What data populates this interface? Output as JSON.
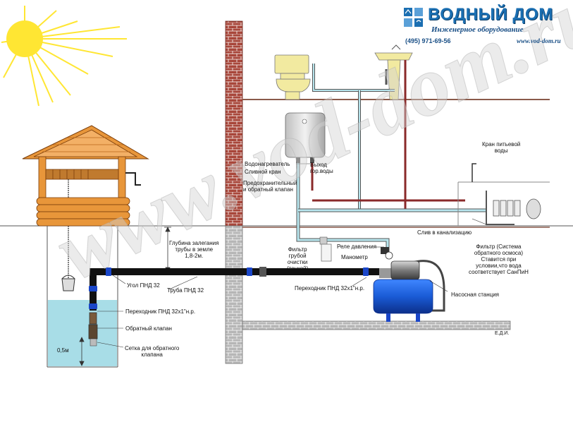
{
  "brand": {
    "title": "ВОДНЫЙ ДОМ",
    "subtitle": "Инженерное оборудование",
    "phone": "(495) 971-69-56",
    "url": "www.vod-dom.ru",
    "watermark": "www.vod-dom.ru",
    "logo_icon": "house-grid-icon",
    "accent": "#1b6fb2"
  },
  "labels": {
    "pipe_depth": "Глубина залегания\nтрубы в земле\n1,8-2м.",
    "water_heater": "Водонагреватель",
    "drain_valve": "Сливной кран",
    "hot_outlet": "Выход\nгор.воды",
    "safety_valve": "Предохранительный\nи обратный клапан",
    "drink_tap": "Кран питьевой\nводы",
    "sewer_drain": "Слив в канализацию",
    "coarse_filter": "Фильтр\nгрубой\nочистки\n(тонкой)",
    "pressure_switch": "Реле давления",
    "manometer": "Манометр",
    "ro_filter": "Фильтр (Система\nобратного осмоса)\nСтавится при\nусловии,что вода\nсоответствует СанПиН",
    "pump_station": "Насосная станция",
    "adapter_top": "Переходник ПНД 32х1\"н.р.",
    "pipe_pnd": "Труба ПНД 32",
    "angle_pnd": "Угол ПНД 32",
    "adapter_well": "Переходник ПНД 32х1\"н.р.",
    "check_valve": "Обратный клапан",
    "mesh": "Сетка для обратного\nклапана",
    "depth_05": "0,5м",
    "artist": "Е.Д.И."
  },
  "colors": {
    "brick": "#a8463a",
    "mortar": "#ffffff",
    "ground": "#9a9a9a",
    "water": "#a8dde7",
    "wood": "#e8963a",
    "wood_dark": "#b8661a",
    "pipe_black": "#111111",
    "pipe_blue": "#1a46c8",
    "pipe_light": "#b8e6ee",
    "tank_blue": "#1a5bd6",
    "sun": "#ffe633"
  }
}
